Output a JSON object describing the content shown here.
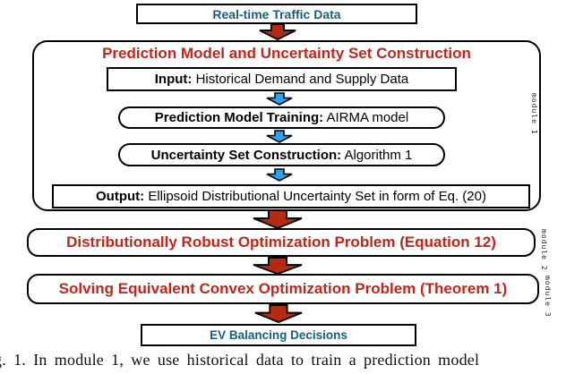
{
  "colors": {
    "red_text": "#c2251a",
    "arrow_red": "#b52a12",
    "teal_text": "#175e80",
    "arrow_blue": "#2da0f0"
  },
  "flow": {
    "top_box": "Real-time Traffic Data",
    "module1": {
      "side_label": "module 1",
      "title": "Prediction Model and Uncertainty Set Construction",
      "steps": [
        {
          "bold": "Input:",
          "text": " Historical Demand and Supply Data"
        },
        {
          "bold": "Prediction Model Training:",
          "text": " AIRMA model"
        },
        {
          "bold": "Uncertainty Set Construction:",
          "text": " Algorithm 1"
        },
        {
          "bold": "Output:",
          "text": " Ellipsoid Distributional Uncertainty Set in form of Eq. (20)"
        }
      ]
    },
    "module2": {
      "side_label": "module 2",
      "label": "Distributionally Robust Optimization Problem (Equation 12)"
    },
    "module3": {
      "side_label": "module 3",
      "label": "Solving Equivalent Convex Optimization Problem (Theorem 1)"
    },
    "bottom_box": "EV Balancing Decisions"
  },
  "caption": "g. 1.  In module 1, we use historical data to train a prediction model"
}
